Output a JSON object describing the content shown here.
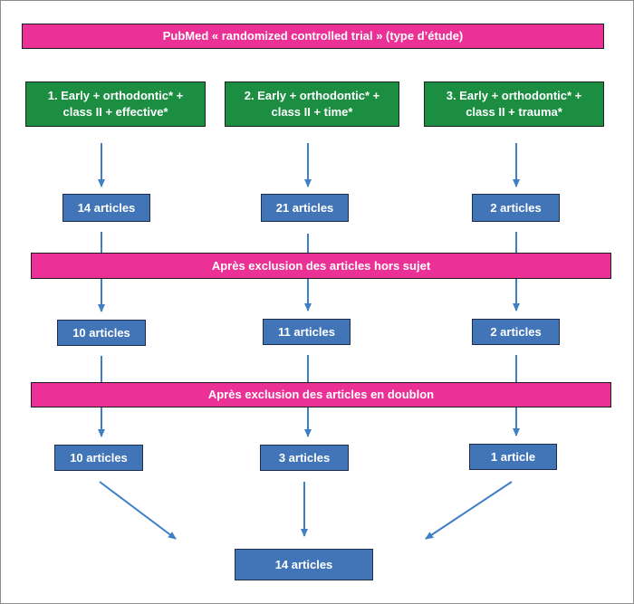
{
  "colors": {
    "banner": "#ec3196",
    "query": "#1b8e41",
    "count": "#4175b8",
    "arrow": "#3f7fc6"
  },
  "header": {
    "label": "PubMed « randomized controlled trial » (type d’étude)"
  },
  "queries": [
    {
      "line1": "1. Early + orthodontic* +",
      "line2": "class II + effective*"
    },
    {
      "line1": "2. Early + orthodontic* +",
      "line2": "class II + time*"
    },
    {
      "line1": "3. Early + orthodontic* +",
      "line2": "class II + trauma*"
    }
  ],
  "initial_counts": [
    "14 articles",
    "21 articles",
    "2 articles"
  ],
  "filter_offtopic": {
    "label": "Après exclusion des articles hors sujet"
  },
  "after_offtopic": [
    "10 articles",
    "11 articles",
    "2 articles"
  ],
  "filter_duplicates": {
    "label": "Après exclusion des articles en doublon"
  },
  "after_duplicates": [
    "10 articles",
    "3 articles",
    "1 article"
  ],
  "total": {
    "label": "14 articles"
  }
}
